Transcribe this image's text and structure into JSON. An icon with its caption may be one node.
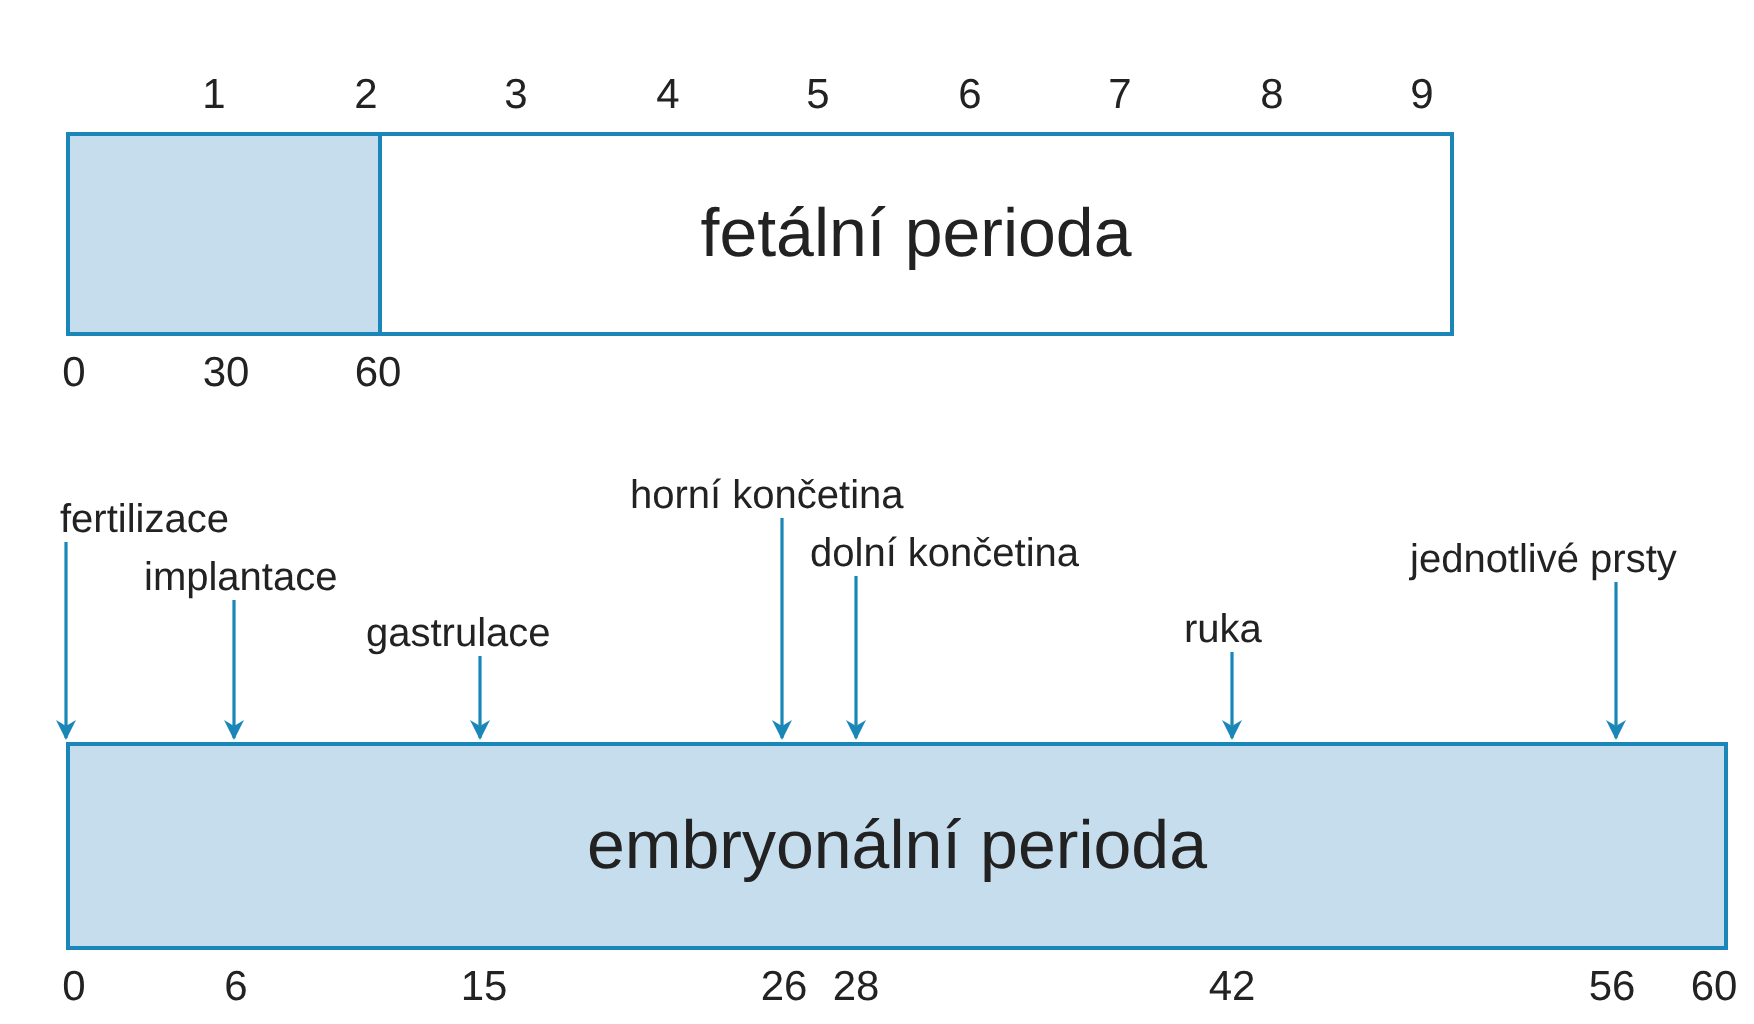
{
  "diagram": {
    "nodes": [
      {
        "text": [],
        "shape": "box"
      },
      {
        "text": [
          "fetální perioda"
        ]
      },
      {
        "text": [
          "embryonální perioda"
        ]
      },
      {
        "text": [
          "fertilizace"
        ]
      },
      {
        "text": [
          "implantace"
        ]
      },
      {
        "text": [
          "gastrulace"
        ]
      },
      {
        "text": [
          "horní končetina"
        ]
      },
      {
        "text": [
          "dolní končetina"
        ]
      },
      {
        "text": [
          "ruka"
        ]
      },
      {
        "text": [
          "jednotlivé prsty"
        ]
      }
    ],
    "edges": [
      {
        "from": 3,
        "to": 2,
        "arrow": "to"
      },
      {
        "from": 4,
        "to": 2,
        "arrow": "to"
      },
      {
        "from": 5,
        "to": 2,
        "arrow": "to"
      },
      {
        "from": 6,
        "to": 2,
        "arrow": "to"
      },
      {
        "from": 7,
        "to": 2,
        "arrow": "to"
      },
      {
        "from": 8,
        "to": 2,
        "arrow": "to"
      },
      {
        "from": 9,
        "to": 2,
        "arrow": "to"
      }
    ],
    "labels": [
      "1",
      "2",
      "3",
      "4",
      "5",
      "6",
      "7",
      "8",
      "9",
      "0",
      "30",
      "60",
      "0",
      "6",
      "15",
      "26",
      "28",
      "42",
      "56",
      "60"
    ]
  }
}
